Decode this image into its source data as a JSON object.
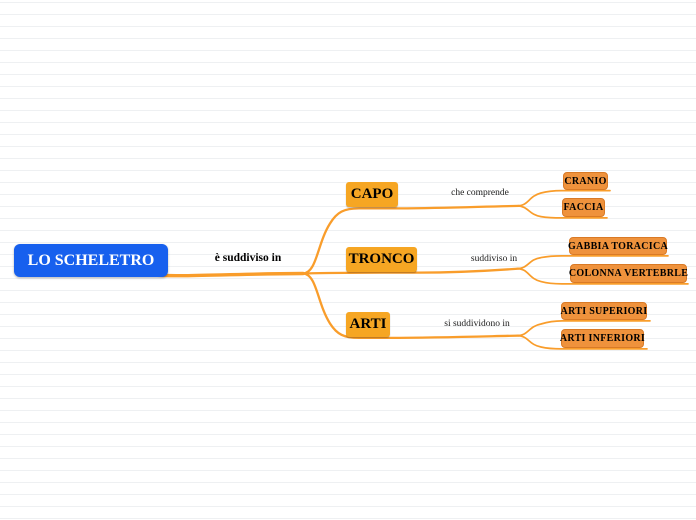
{
  "colors": {
    "background": "#ffffff",
    "ruled_line": "#eef0f2",
    "line": "#f99d2b",
    "root_fill": "#1760ee",
    "root_text": "#ffffff",
    "branch_fill": "#f6a623",
    "child_fill": "#ef923c",
    "child_border": "#d97a26",
    "node_text": "#000000",
    "label_text": "#1c1c1c"
  },
  "mindmap": {
    "root": {
      "label": "LO SCHELETRO"
    },
    "root_link_label": "è suddiviso in",
    "branches": [
      {
        "label": "CAPO",
        "link_label": "che comprende",
        "children": [
          "CRANIO",
          "FACCIA"
        ]
      },
      {
        "label": "TRONCO",
        "link_label": "suddiviso in",
        "children": [
          "GABBIA TORACICA",
          "COLONNA VERTEBRLE"
        ]
      },
      {
        "label": "ARTI",
        "link_label": "si suddividono in",
        "children": [
          "ARTI SUPERIORI",
          "ARTI INFERIORI"
        ]
      }
    ]
  }
}
